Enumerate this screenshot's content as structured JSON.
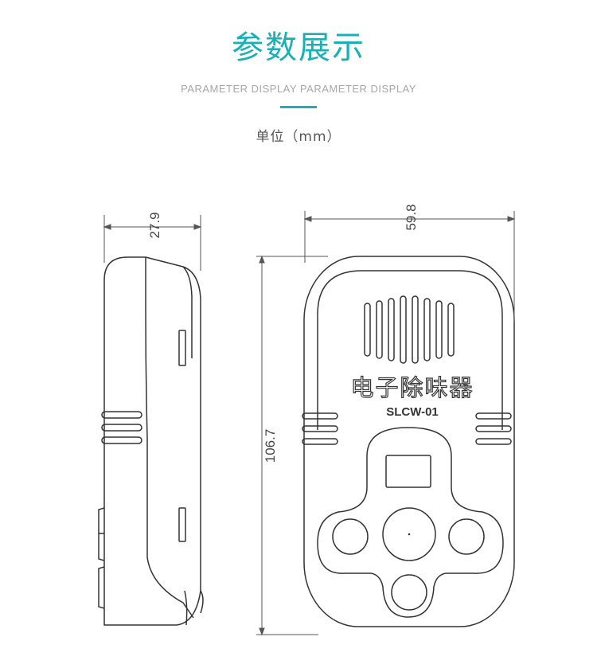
{
  "header": {
    "title": "参数展示",
    "subtitle": "PARAMETER DISPLAY PARAMETER DISPLAY",
    "unit_label": "单位（mm）"
  },
  "dimensions": {
    "side_depth": "27.9",
    "front_width": "59.8",
    "front_height": "106.7"
  },
  "device": {
    "product_name": "电子除味器",
    "model": "SLCW-01"
  },
  "colors": {
    "accent": "#1ab0b8",
    "line": "#333333",
    "dimension_line": "#555555"
  }
}
